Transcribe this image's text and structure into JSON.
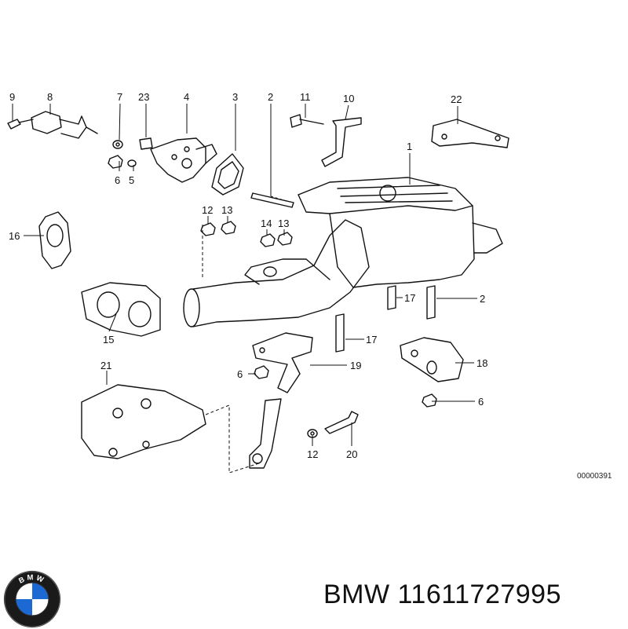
{
  "labels": {
    "l9": "9",
    "l8": "8",
    "l7": "7",
    "l23": "23",
    "l4": "4",
    "l3": "3",
    "l2a": "2",
    "l11": "11",
    "l10": "10",
    "l22": "22",
    "l1": "1",
    "l6a": "6",
    "l5": "5",
    "l12a": "12",
    "l13a": "13",
    "l14": "14",
    "l13b": "13",
    "l16": "16",
    "l15": "15",
    "l17a": "17",
    "l2b": "2",
    "l17b": "17",
    "l18": "18",
    "l19": "19",
    "l6b": "6",
    "l21": "21",
    "l6c": "6",
    "l12b": "12",
    "l20": "20"
  },
  "reference_code": "00000391",
  "caption": "BMW 11611727995",
  "logo": {
    "text": "BMW",
    "colors": {
      "blue": "#1c69d4",
      "white": "#ffffff",
      "ring": "#111111"
    }
  }
}
